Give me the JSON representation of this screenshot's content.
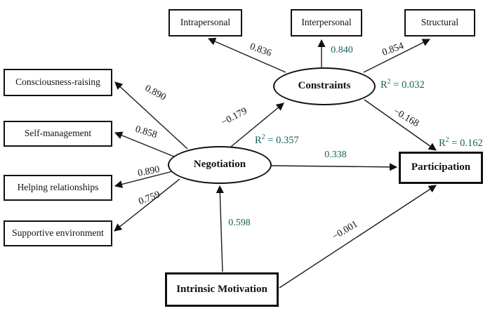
{
  "diagram": {
    "nodes": {
      "intrapersonal": "Intrapersonal",
      "interpersonal": "Interpersonal",
      "structural": "Structural",
      "consciousness_raising": "Consciousness-raising",
      "self_management": "Self-management",
      "helping_relationships": "Helping relationships",
      "supportive_environment": "Supportive environment",
      "constraints": "Constraints",
      "negotiation": "Negotiation",
      "participation": "Participation",
      "intrinsic_motivation": "Intrinsic Motivation"
    },
    "coefficients": {
      "constraints_to_intrapersonal": "0.836",
      "constraints_to_interpersonal": "0.840",
      "constraints_to_structural": "0.854",
      "negotiation_to_consciousness": "0.890",
      "negotiation_to_self_management": "0.858",
      "negotiation_to_helping": "0.890",
      "negotiation_to_supportive": "0.759",
      "negotiation_to_constraints": "−0.179",
      "constraints_to_participation": "−0.168",
      "negotiation_to_participation": "0.338",
      "intrinsic_to_negotiation": "0.598",
      "intrinsic_to_participation": "−0.001"
    },
    "r_squared": {
      "constraints": {
        "base": "R",
        "sup": "2",
        "value": " = 0.032"
      },
      "negotiation": {
        "base": "R",
        "sup": "2",
        "value": " = 0.357"
      },
      "participation": {
        "base": "R",
        "sup": "2",
        "value": " = 0.162"
      }
    },
    "colors": {
      "coefficient_teal": "#17605a",
      "line_black": "#111111",
      "node_fill": "#ffffff"
    }
  }
}
